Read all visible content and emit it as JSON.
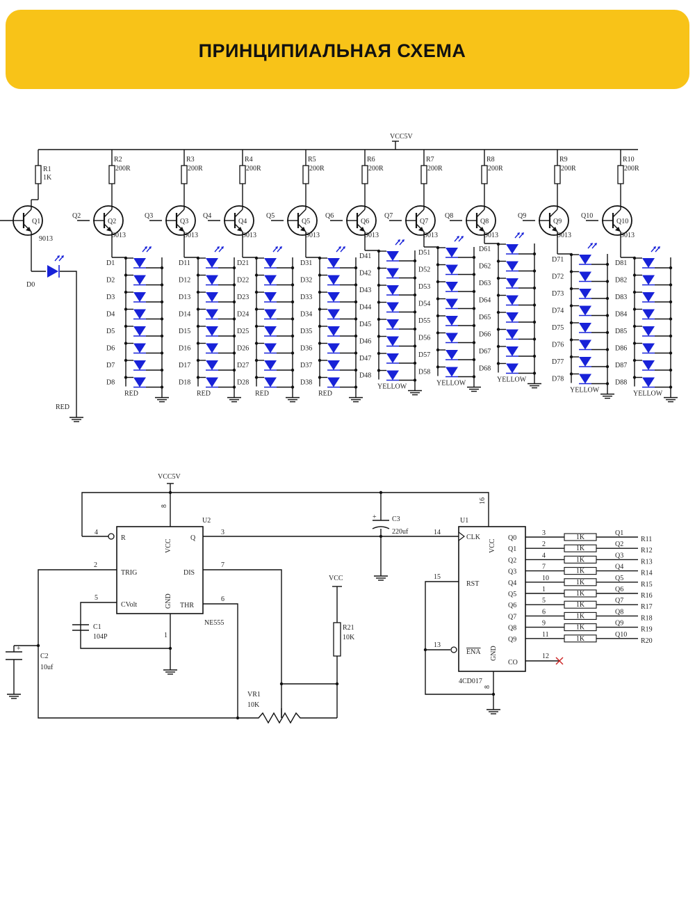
{
  "banner": {
    "title": "ПРИНЦИПИАЛЬНАЯ СХЕМА",
    "color": "#f8c318"
  },
  "colors": {
    "led": "#1822d8",
    "wire": "#111111",
    "label": "#222222",
    "green": "#0a7a0a",
    "red": "#cc2222"
  },
  "top_circuit": {
    "supply": "VCC5V",
    "first_stage": {
      "resistor": "R1",
      "resistor_value": "1K",
      "transistor": "Q1",
      "type": "9013",
      "led": "D0",
      "color": "RED"
    },
    "stages": [
      {
        "resistor": "R2",
        "value": "200R",
        "transistor": "Q2",
        "type": "9013",
        "color": "RED",
        "leds": [
          "D1",
          "D2",
          "D3",
          "D4",
          "D5",
          "D6",
          "D7",
          "D8"
        ]
      },
      {
        "resistor": "R3",
        "value": "200R",
        "transistor": "Q3",
        "type": "9013",
        "color": "RED",
        "leds": [
          "D11",
          "D12",
          "D13",
          "D14",
          "D15",
          "D16",
          "D17",
          "D18"
        ]
      },
      {
        "resistor": "R4",
        "value": "200R",
        "transistor": "Q4",
        "type": "9013",
        "color": "RED",
        "leds": [
          "D21",
          "D22",
          "D23",
          "D24",
          "D25",
          "D26",
          "D27",
          "D28"
        ]
      },
      {
        "resistor": "R5",
        "value": "200R",
        "transistor": "Q5",
        "type": "9013",
        "color": "RED",
        "leds": [
          "D31",
          "D32",
          "D33",
          "D34",
          "D35",
          "D36",
          "D37",
          "D38"
        ]
      },
      {
        "resistor": "R6",
        "value": "200R",
        "transistor": "Q6",
        "type": "9013",
        "color": "YELLOW",
        "leds": [
          "D41",
          "D42",
          "D43",
          "D44",
          "D45",
          "D46",
          "D47",
          "D48"
        ]
      },
      {
        "resistor": "R7",
        "value": "200R",
        "transistor": "Q7",
        "type": "9013",
        "color": "YELLOW",
        "leds": [
          "D51",
          "D52",
          "D53",
          "D54",
          "D55",
          "D56",
          "D57",
          "D58"
        ]
      },
      {
        "resistor": "R8",
        "value": "200R",
        "transistor": "Q8",
        "type": "9013",
        "color": "YELLOW",
        "leds": [
          "D61",
          "D62",
          "D63",
          "D64",
          "D65",
          "D66",
          "D67",
          "D68"
        ]
      },
      {
        "resistor": "R9",
        "value": "200R",
        "transistor": "Q9",
        "type": "9013",
        "color": "YELLOW",
        "leds": [
          "D71",
          "D72",
          "D73",
          "D74",
          "D75",
          "D76",
          "D77",
          "D78"
        ]
      },
      {
        "resistor": "R10",
        "value": "200R",
        "transistor": "Q10",
        "type": "9013",
        "color": "YELLOW",
        "leds": [
          "D81",
          "D82",
          "D83",
          "D84",
          "D85",
          "D86",
          "D87",
          "D88"
        ]
      }
    ]
  },
  "bottom_circuit": {
    "supply": "VCC5V",
    "vcc": "VCC",
    "ne555": {
      "ref": "U2",
      "part": "NE555",
      "pins": {
        "r": "R",
        "vcc": "VCC",
        "q": "Q",
        "trig": "TRIG",
        "dis": "DIS",
        "cvolt": "CVolt",
        "gnd": "GND",
        "thr": "THR"
      },
      "pin_numbers": {
        "vcc": "8",
        "r": "4",
        "q": "3",
        "trig": "2",
        "dis": "7",
        "cvolt": "5",
        "thr": "6",
        "gnd": "1"
      }
    },
    "cd4017": {
      "ref": "U1",
      "part": "4CD017",
      "pins": {
        "clk": "CLK",
        "vcc": "VCC",
        "rst": "RST",
        "ena": "ENA",
        "gnd": "GND",
        "co": "CO"
      },
      "pin_numbers": {
        "vcc": "16",
        "clk": "14",
        "rst": "15",
        "ena": "13",
        "gnd": "8",
        "co": "12"
      },
      "outputs": [
        {
          "pin": "Q0",
          "num": "3",
          "res": "1K",
          "net": "Q1",
          "rname": "R11"
        },
        {
          "pin": "Q1",
          "num": "2",
          "res": "1K",
          "net": "Q2",
          "rname": "R12"
        },
        {
          "pin": "Q2",
          "num": "4",
          "res": "1K",
          "net": "Q3",
          "rname": "R13"
        },
        {
          "pin": "Q3",
          "num": "7",
          "res": "1K",
          "net": "Q4",
          "rname": "R14"
        },
        {
          "pin": "Q4",
          "num": "10",
          "res": "1K",
          "net": "Q5",
          "rname": "R15"
        },
        {
          "pin": "Q5",
          "num": "1",
          "res": "1K",
          "net": "Q6",
          "rname": "R16"
        },
        {
          "pin": "Q6",
          "num": "5",
          "res": "1K",
          "net": "Q7",
          "rname": "R17"
        },
        {
          "pin": "Q7",
          "num": "6",
          "res": "1K",
          "net": "Q8",
          "rname": "R18"
        },
        {
          "pin": "Q8",
          "num": "9",
          "res": "1K",
          "net": "Q9",
          "rname": "R19"
        },
        {
          "pin": "Q9",
          "num": "11",
          "res": "1K",
          "net": "Q10",
          "rname": "R20"
        }
      ]
    },
    "c1": {
      "name": "C1",
      "value": "104P"
    },
    "c2": {
      "name": "C2",
      "value": "10uf"
    },
    "c3": {
      "name": "C3",
      "value": "220uf"
    },
    "r21": {
      "name": "R21",
      "value": "10K"
    },
    "vr1": {
      "name": "VR1",
      "value": "10K"
    }
  }
}
